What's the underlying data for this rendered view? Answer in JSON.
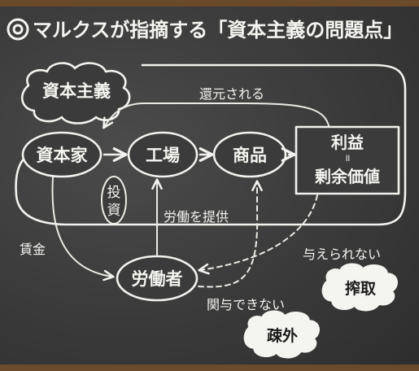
{
  "title": {
    "icon": "double-circle-icon",
    "text": "マルクスが指摘する「資本主義の問題点」"
  },
  "nodes": {
    "capitalism": "資本主義",
    "capitalist": "資本家",
    "factory": "工場",
    "product": "商品",
    "profit": "利益",
    "equals_mark": "॥",
    "surplus_value": "剰余価値",
    "worker": "労働者",
    "exploitation": "搾取",
    "alienation": "疎外"
  },
  "edge_labels": {
    "returned": "還元される",
    "investment": "投資",
    "provide_labor": "労働を提供",
    "wages": "賃金",
    "not_given": "与えられない",
    "not_involved": "関与できない"
  },
  "colors": {
    "chalk": "#f2f2ee",
    "board": "#3d3d3d",
    "frame": "#6b4a2c"
  }
}
